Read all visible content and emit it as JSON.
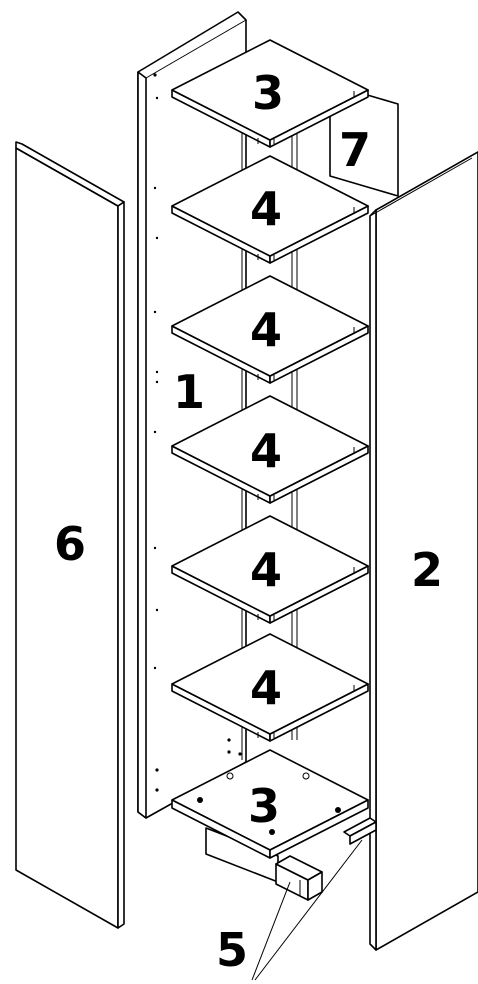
{
  "labels": {
    "side_left": "1",
    "side_right": "2",
    "top_shelf": "3",
    "bottom_shelf": "3",
    "shelf_1": "4",
    "shelf_2": "4",
    "shelf_3": "4",
    "shelf_4": "4",
    "shelf_5": "4",
    "rails": "5",
    "door": "6",
    "back_panel": "7"
  }
}
